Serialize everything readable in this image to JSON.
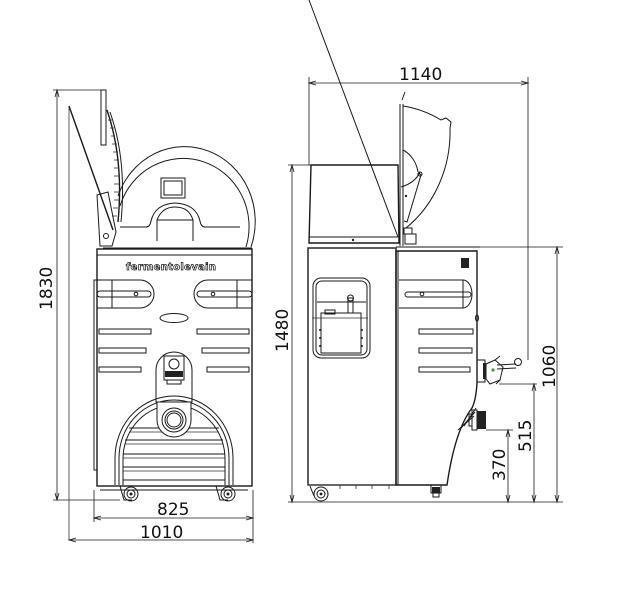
{
  "drawing": {
    "title": "Fermentolevain dimensional drawing",
    "brand_label": "fermentolevain",
    "units": "mm",
    "front_view": {
      "dimensions": {
        "overall_height": "1830",
        "body_width": "825",
        "overall_width": "1010"
      }
    },
    "side_view": {
      "dimensions": {
        "overall_depth": "1140",
        "cabinet_height": "1480",
        "outlet_height": "1060",
        "upper_connection_height": "515",
        "lower_connection_height": "370"
      }
    },
    "colors": {
      "line": "#1a1a1a",
      "background": "#ffffff",
      "valve_indicator": "#3a9a3a"
    }
  }
}
